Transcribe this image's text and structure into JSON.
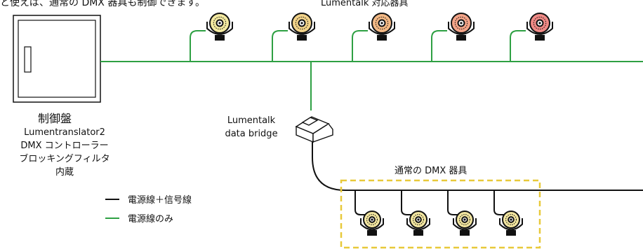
{
  "caption_top": "と使えば、通常の DMX 器具も制御できます。",
  "lumentalk_fixtures_label": "Lumentalk 対応器具",
  "control_panel": {
    "title": "制御盤",
    "lines": [
      "Lumentranslator2",
      "DMX コントローラー",
      "ブロッキングフィルタ",
      "内蔵"
    ]
  },
  "bridge": {
    "lines": [
      "Lumentalk",
      "data bridge"
    ]
  },
  "dmx_group_label": "通常の DMX 器具",
  "legend": [
    {
      "label": "電源線＋信号線",
      "color": "#111111"
    },
    {
      "label": "電源線のみ",
      "color": "#2ea043"
    }
  ],
  "colors": {
    "power_line": "#2ea043",
    "signal_line": "#111111",
    "dmx_box": "#e8c93a",
    "fixture_faces": [
      "#f3e9a0",
      "#f2d389",
      "#f3b985",
      "#f3a488",
      "#f08a86"
    ],
    "dmx_fixture_face": "#f3e6a0"
  }
}
